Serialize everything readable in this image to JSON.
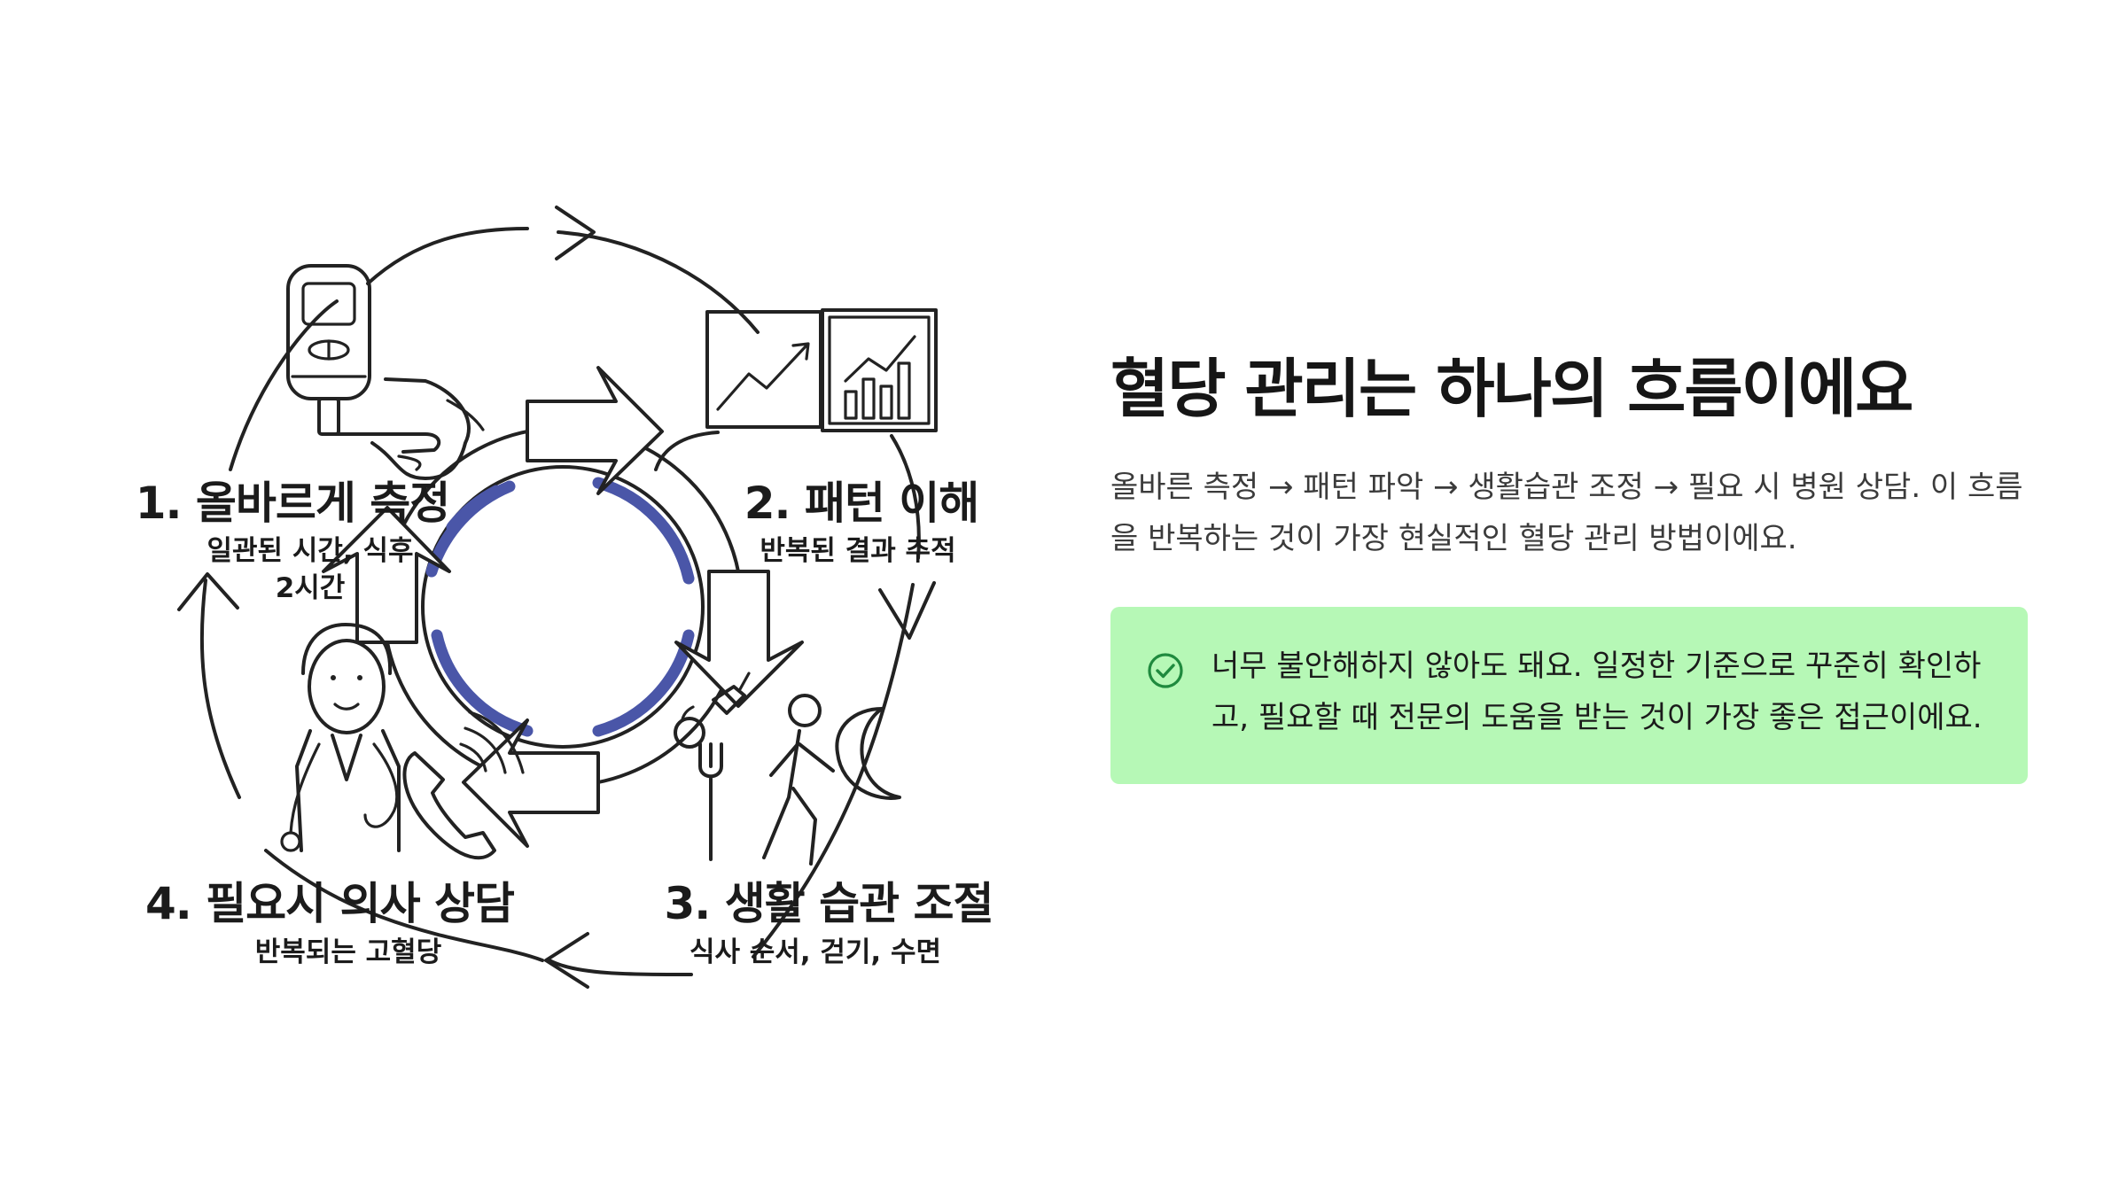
{
  "diagram": {
    "steps": [
      {
        "title": "1. 올바르게 측정",
        "sub1": "일관된 시간, 식후",
        "sub2": "2시간"
      },
      {
        "title": "2. 패턴 이해",
        "sub1": "반복된 결과 추적"
      },
      {
        "title": "3. 생활 습관 조절",
        "sub1": "식사 순서, 걷기, 수면"
      },
      {
        "title": "4. 필요시 의사 상담",
        "sub1": "반복되는 고혈당"
      }
    ],
    "icons": [
      "glucose-meter-icon",
      "trend-chart-icon",
      "food-icon",
      "walking-person-icon",
      "moon-icon",
      "doctor-icon",
      "phone-icon",
      "cycle-arrows-icon"
    ]
  },
  "panel": {
    "title": "혈당 관리는 하나의 흐름이에요",
    "description": "올바른 측정 → 패턴 파악 → 생활습관 조정 → 필요 시 병원 상담. 이 흐름을 반복하는 것이 가장 현실적인 혈당 관리 방법이에요.",
    "note": {
      "icon": "check-circle-icon",
      "text": "너무 불안해하지 않아도 돼요. 일정한 기준으로 꾸준히 확인하고, 필요할 때 전문의 도움을 받는 것이 가장 좋은 접근이에요."
    }
  },
  "colors": {
    "note_bg": "#b6f8b6",
    "cycle_blue": "#4a56a8",
    "check_green": "#1f8a3e"
  }
}
